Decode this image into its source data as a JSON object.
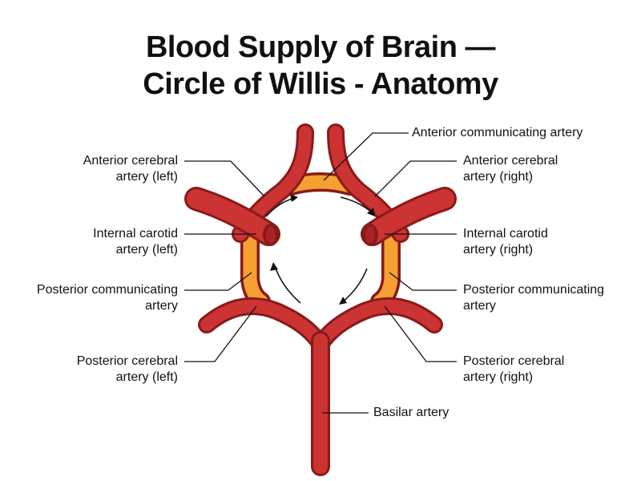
{
  "title": {
    "line1": "Blood Supply of Brain —",
    "line2": "Circle of Willis - Anatomy"
  },
  "colors": {
    "artery": "#cc3333",
    "artery_outline": "#8a1a1a",
    "communicating": "#f5a030",
    "text": "#111111"
  },
  "labels": {
    "anterior_communicating": "Anterior communicating artery",
    "aca_left": {
      "line1": "Anterior cerebral",
      "line2": "artery (left)"
    },
    "aca_right": {
      "line1": "Anterior cerebral",
      "line2": "artery (right)"
    },
    "ica_left": {
      "line1": "Internal carotid",
      "line2": "artery (left)"
    },
    "ica_right": {
      "line1": "Internal carotid",
      "line2": "artery (right)"
    },
    "pcom_left": {
      "line1": "Posterior communicating",
      "line2": "artery"
    },
    "pcom_right": {
      "line1": "Posterior communicating",
      "line2": "artery"
    },
    "pca_left": {
      "line1": "Posterior cerebral",
      "line2": "artery (left)"
    },
    "pca_right": {
      "line1": "Posterior cerebral",
      "line2": "artery (right)"
    },
    "basilar": "Basilar artery"
  }
}
